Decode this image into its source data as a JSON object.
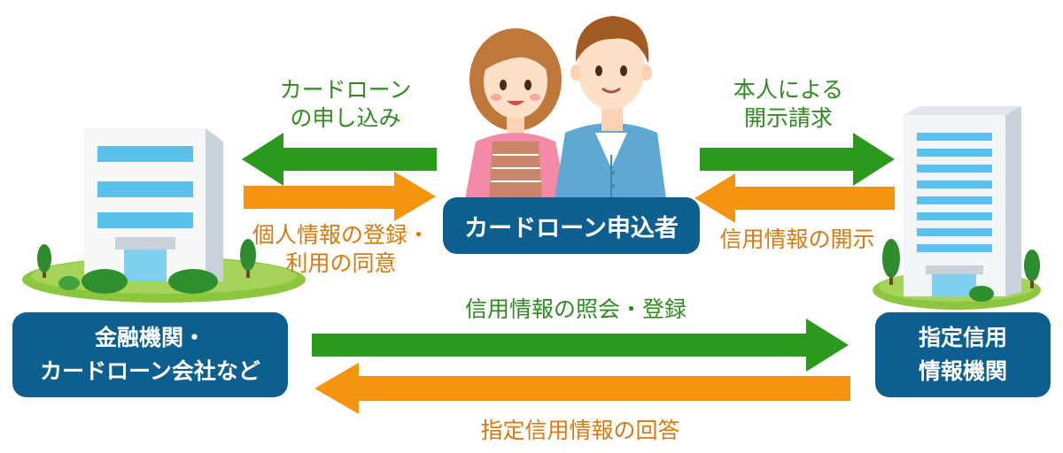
{
  "colors": {
    "green_arrow": "#2a9a1f",
    "orange_arrow": "#f5940f",
    "box_blue": "#0d5f8f",
    "green_text": "#2e8b1e",
    "orange_text": "#d9780c"
  },
  "applicant": {
    "label": "カードローン申込者"
  },
  "lender": {
    "label_line1": "金融機関・",
    "label_line2": "カードローン会社など"
  },
  "bureau": {
    "label_line1": "指定信用",
    "label_line2": "情報機関"
  },
  "flows": {
    "apply_line1": "カードローン",
    "apply_line2": "の申し込み",
    "consent_line1": "個人情報の登録・",
    "consent_line2": "利用の同意",
    "disclosure_request_line1": "本人による",
    "disclosure_request_line2": "開示請求",
    "disclosure": "信用情報の開示",
    "inquiry": "信用情報の照会・登録",
    "reply": "指定信用情報の回答"
  }
}
